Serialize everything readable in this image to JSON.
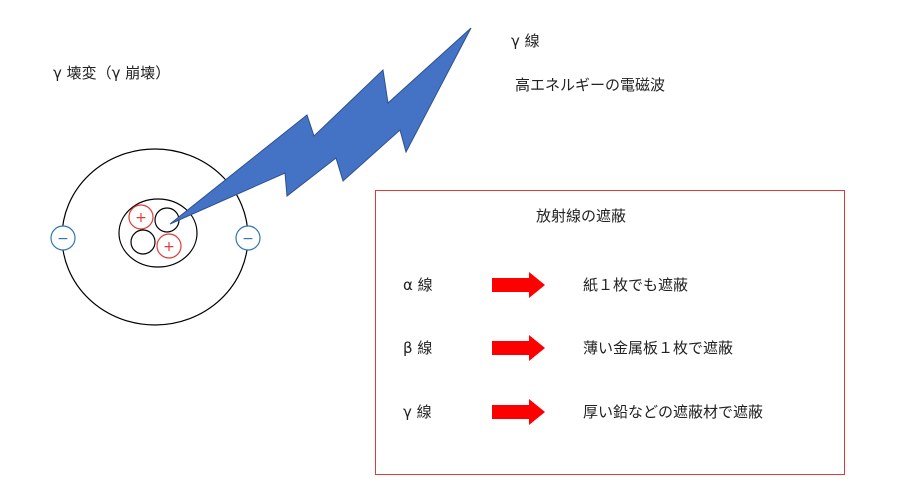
{
  "decay_title": "γ 壊変（γ 崩壊）",
  "gamma_ray": {
    "label": "γ 線",
    "description": "高エネルギーの電磁波"
  },
  "nucleus": {
    "proton_sign": "+",
    "electron_sign": "−"
  },
  "shielding": {
    "title": "放射線の遮蔽",
    "rows": [
      {
        "ray": "α 線",
        "shield": "紙１枚でも遮蔽"
      },
      {
        "ray": "β 線",
        "shield": "薄い金属板１枚で遮蔽"
      },
      {
        "ray": "γ 線",
        "shield": "厚い鉛などの遮蔽材で遮蔽"
      }
    ]
  },
  "colors": {
    "lightning": "#4472c4",
    "arrow": "#ff0000",
    "proton": "#e03a3a",
    "electron": "#2e75b6",
    "box_border": "#e03a3a"
  }
}
